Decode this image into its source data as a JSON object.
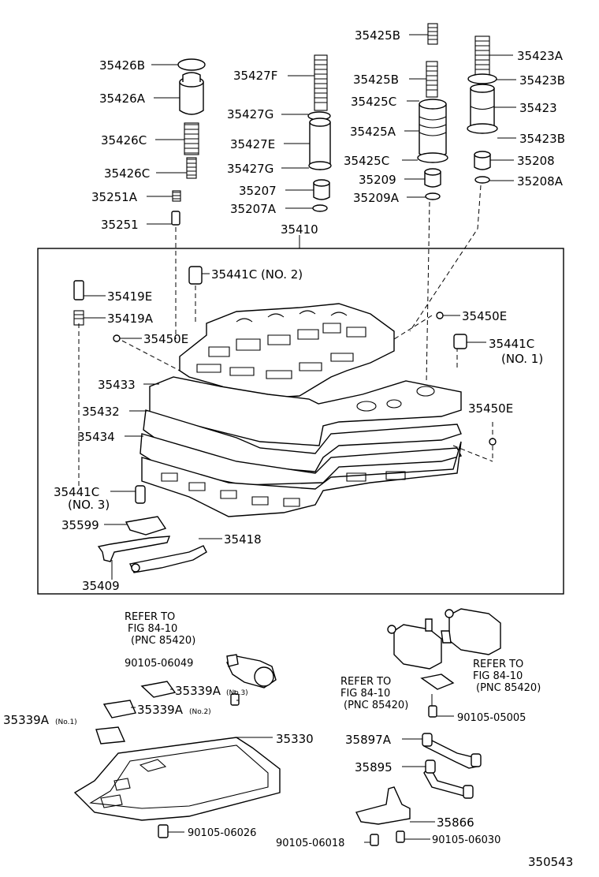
{
  "labels": {
    "p35425B_top": "35425B",
    "p35426B": "35426B",
    "p35427F": "35427F",
    "p35425B": "35425B",
    "p35423A": "35423A",
    "p35426A": "35426A",
    "p35425C_top": "35425C",
    "p35423B_top": "35423B",
    "p35427G_top": "35427G",
    "p35423": "35423",
    "p35425A": "35425A",
    "p35426C_top": "35426C",
    "p35427E": "35427E",
    "p35423B_bot": "35423B",
    "p35425C_bot": "35425C",
    "p35208": "35208",
    "p35426C_bot": "35426C",
    "p35427G_bot": "35427G",
    "p35209": "35209",
    "p35208A": "35208A",
    "p35207": "35207",
    "p35251A": "35251A",
    "p35209A": "35209A",
    "p35207A": "35207A",
    "p35251": "35251",
    "p35410": "35410",
    "p35441C_no2": "35441C (NO. 2)",
    "p35419E": "35419E",
    "p35419A": "35419A",
    "p35450E_top": "35450E",
    "p35450E_left": "35450E",
    "p35441C_no1": "35441C",
    "p35441C_no1_sub": "(NO. 1)",
    "p35433": "35433",
    "p35450E_right": "35450E",
    "p35432": "35432",
    "p35434": "35434",
    "p35441C_no3": "35441C",
    "p35441C_no3_sub": "(NO. 3)",
    "p35599": "35599",
    "p35418": "35418",
    "p35409": "35409",
    "p90105_06049": "90105-06049",
    "p35339A_no3": "35339A",
    "p35339A_no3_sub": "(No.3)",
    "p35339A_no2": "35339A",
    "p35339A_no2_sub": "(No.2)",
    "p35339A_no1": "35339A",
    "p35339A_no1_sub": "(No.1)",
    "p35330": "35330",
    "p90105_06026": "90105-06026",
    "p90105_05005": "90105-05005",
    "p35897A": "35897A",
    "p35895": "35895",
    "p35866": "35866",
    "p90105_06018": "90105-06018",
    "p90105_06030": "90105-06030",
    "p350543": "350543"
  },
  "refers": {
    "left": {
      "line1": "REFER TO",
      "line2": "FIG 84-10",
      "line3": "(PNC 85420)"
    },
    "mid": {
      "line1": "REFER TO",
      "line2": "FIG 84-10",
      "line3": "(PNC 85420)"
    },
    "right": {
      "line1": "REFER TO",
      "line2": "FIG 84-10",
      "line3": "(PNC 85420)"
    }
  }
}
